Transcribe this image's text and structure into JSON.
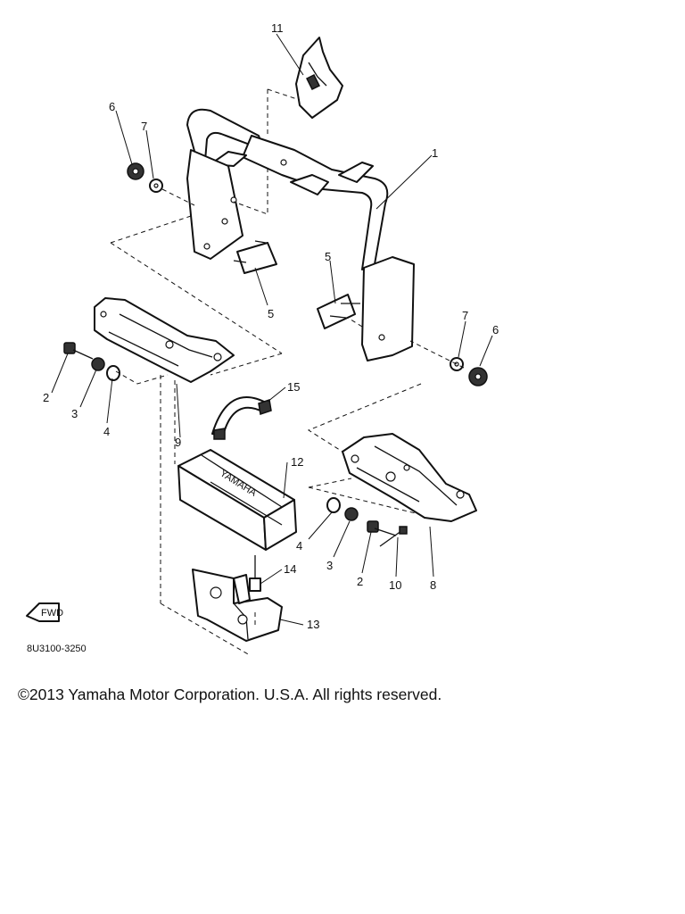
{
  "diagram": {
    "callouts": [
      "11",
      "6",
      "7",
      "1",
      "5",
      "5",
      "7",
      "6",
      "15",
      "2",
      "3",
      "4",
      "9",
      "12",
      "4",
      "3",
      "2",
      "10",
      "8",
      "14",
      "13"
    ],
    "fwd_label": "FWD",
    "box_label": "YAMAHA",
    "diagram_code": "8U3100-3250"
  },
  "footer": {
    "copyright": "©2013 Yamaha Motor Corporation. U.S.A. All rights reserved."
  }
}
